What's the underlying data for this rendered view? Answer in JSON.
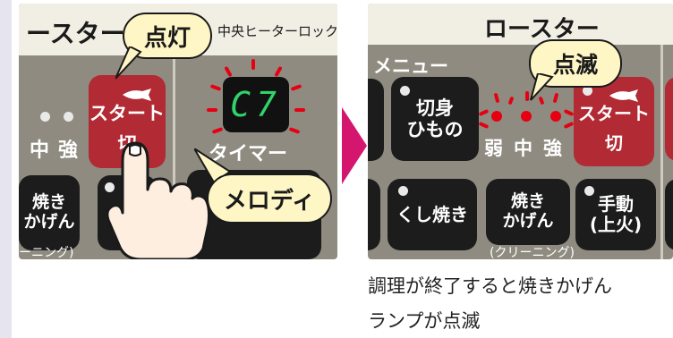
{
  "left_panel": {
    "header_text": "ースター",
    "header_right_text": "中央ヒーターロック",
    "start_button_label": "スタート",
    "stop_label": "切",
    "strength_mid": "中",
    "strength_high": "強",
    "display_text": "C7",
    "timer_label": "タイマー",
    "yakikagen_label_1": "焼き",
    "yakikagen_label_2": "かげん",
    "cleaning_label": "ーニング)",
    "bubble_lit": "点灯",
    "bubble_melody": "メロディ"
  },
  "right_panel": {
    "header_text": "ロースター",
    "menu_label": "メニュー",
    "kirimi_label_1": "切身",
    "kirimi_label_2": "ひもの",
    "strength_low": "弱",
    "strength_mid": "中",
    "strength_high": "強",
    "start_button_label": "スタート",
    "stop_label": "切",
    "kushiyaki_label": "くし焼き",
    "yakikagen_label_1": "焼き",
    "yakikagen_label_2": "かげん",
    "cleaning_label": "(クリーニング)",
    "manual_label_1": "手動",
    "manual_label_2": "(上火)",
    "bubble_blink": "点滅"
  },
  "caption": {
    "line1": "調理が終了すると焼きかげん",
    "line2": "ランプが点滅"
  },
  "colors": {
    "panel_gray": "#8f8b80",
    "button_dark": "#1c1c1c",
    "button_red": "#b12a34",
    "lamp_red": "#e60012",
    "display_green": "#31d36b",
    "bubble_fill": "#fff6c6",
    "arrow_magenta": "#d4166f"
  }
}
